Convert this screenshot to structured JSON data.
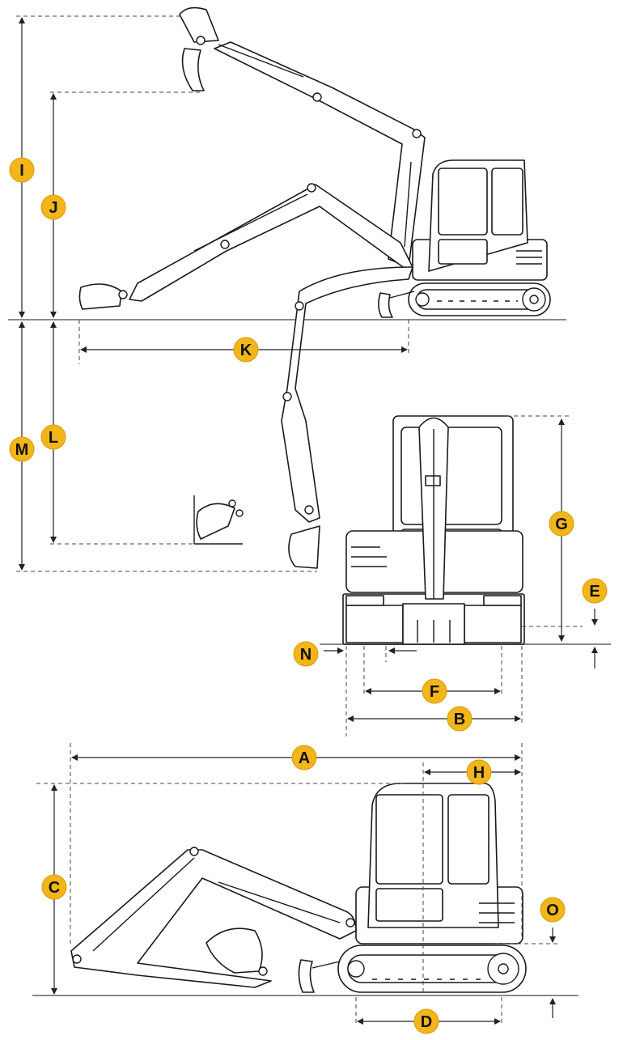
{
  "labels": {
    "A": "A",
    "B": "B",
    "C": "C",
    "D": "D",
    "E": "E",
    "F": "F",
    "G": "G",
    "H": "H",
    "I": "I",
    "J": "J",
    "K": "K",
    "L": "L",
    "M": "M",
    "N": "N",
    "O": "O"
  },
  "colors": {
    "badge": "#f2b61b",
    "ground": "#8a8a8a",
    "outline": "#1a1a1a"
  }
}
